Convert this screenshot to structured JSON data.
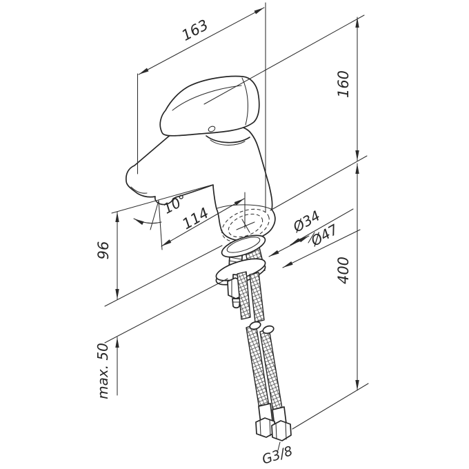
{
  "drawing": {
    "background": "#ffffff",
    "line_color": "#262626",
    "dimensions": {
      "overall_length": "163",
      "total_height": "160",
      "spout_reach": "114",
      "spout_angle": "10°",
      "hole_diameter": "Ø34",
      "base_diameter": "Ø47",
      "spout_height": "96",
      "hose_length": "400",
      "max_deck_thickness": "max. 50",
      "connection_thread": "G3/8"
    }
  }
}
